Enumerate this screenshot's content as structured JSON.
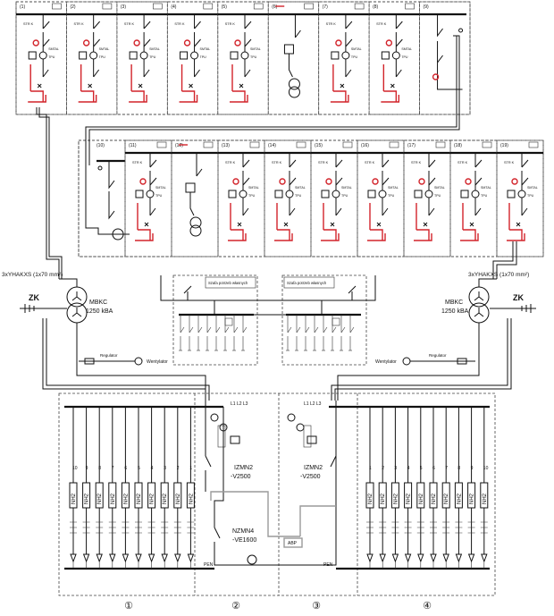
{
  "upper_switchgear": {
    "bays": [
      "(1)",
      "(2)",
      "(3)",
      "(4)",
      "(5)",
      "(6)",
      "(7)",
      "(8)",
      "(9)"
    ],
    "meter_bay_index": 5
  },
  "middle_switchgear": {
    "bays": [
      "(10)",
      "(11)",
      "(12)",
      "(13)",
      "(14)",
      "(15)",
      "(16)",
      "(17)",
      "(18)",
      "(19)"
    ],
    "meter_bay_index": 2
  },
  "transformers": {
    "left": {
      "label": "MBKC",
      "rating": "1250 kBA",
      "cable": "3xYHAKXS (1x70 mm²)",
      "zk": "ZK"
    },
    "right": {
      "label": "MBKC",
      "rating": "1250 kBA",
      "cable": "3xYHAKXS (1x70 mm²)",
      "zk": "ZK"
    }
  },
  "aux_panels": {
    "left_title": "Szafa potrzeb własnych",
    "right_title": "Szafa potrzeb własnych",
    "left_fan": "Wentylator",
    "right_fan": "Wentylator"
  },
  "lv_switchgear": {
    "left_bus_label": "L1 L2 L3",
    "right_bus_label": "L1 L2 L3",
    "breaker_left": [
      "IZMN2",
      "-V2500"
    ],
    "breaker_right": [
      "IZMN2",
      "-V2500"
    ],
    "coupler": [
      "NZMN4",
      "-VE1600"
    ],
    "pen_left": "PEN",
    "pen_right": "PEN",
    "fuse_label": "NH2",
    "sections": [
      "①",
      "②",
      "③",
      "④"
    ],
    "left_feeder_numbers": [
      "10",
      "9",
      "8",
      "7",
      "6",
      "5",
      "4",
      "3",
      "2",
      "1"
    ],
    "right_feeder_numbers": [
      "1",
      "2",
      "3",
      "4",
      "5",
      "6",
      "7",
      "8",
      "9",
      "10"
    ]
  },
  "colors": {
    "line": "#111111",
    "highlight": "#d2232a",
    "secondary": "#9a9a9a"
  }
}
